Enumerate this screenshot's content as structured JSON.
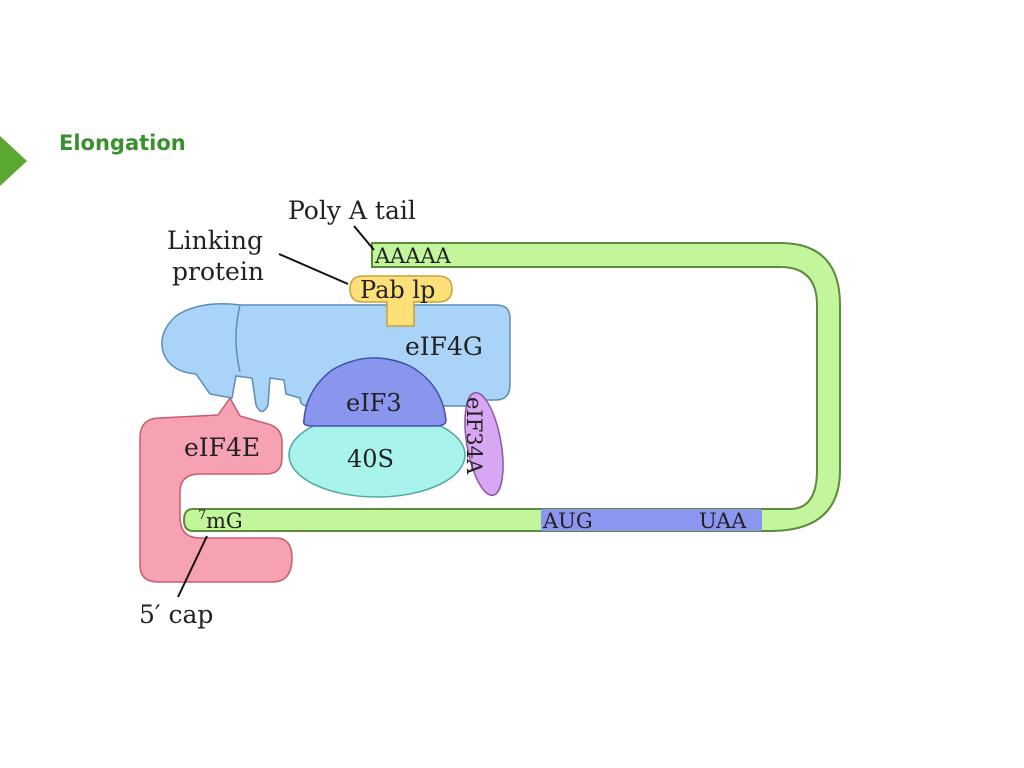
{
  "slide": {
    "title": "Elongation",
    "accent_color": "#3a8f2f",
    "marker_color": "#5aa832"
  },
  "diagram": {
    "callouts": {
      "poly_a_tail": "Poly A tail",
      "linking_protein_line1": "Linking",
      "linking_protein_line2": "protein",
      "five_prime_cap": "5′ cap"
    },
    "mrna": {
      "poly_a": "AAAAA",
      "cap_superscript": "7",
      "cap_label": "mG",
      "start_codon": "AUG",
      "stop_codon": "UAA",
      "color": "#c3f59c",
      "codon_color": "#8c96f0"
    },
    "proteins": {
      "pab": {
        "label": "Pab lp",
        "color": "#fde07a"
      },
      "eif4g": {
        "label": "eIF4G",
        "color": "#a9d4f7"
      },
      "eif3": {
        "label": "eIF3",
        "color": "#8a96ee"
      },
      "ribosome_40s": {
        "label": "40S",
        "color": "#a8f4ec"
      },
      "eif4a": {
        "label": "eIF34A",
        "color": "#d7a7f4"
      },
      "eif4e": {
        "label": "eIF4E",
        "color": "#f6a2b2"
      }
    }
  }
}
